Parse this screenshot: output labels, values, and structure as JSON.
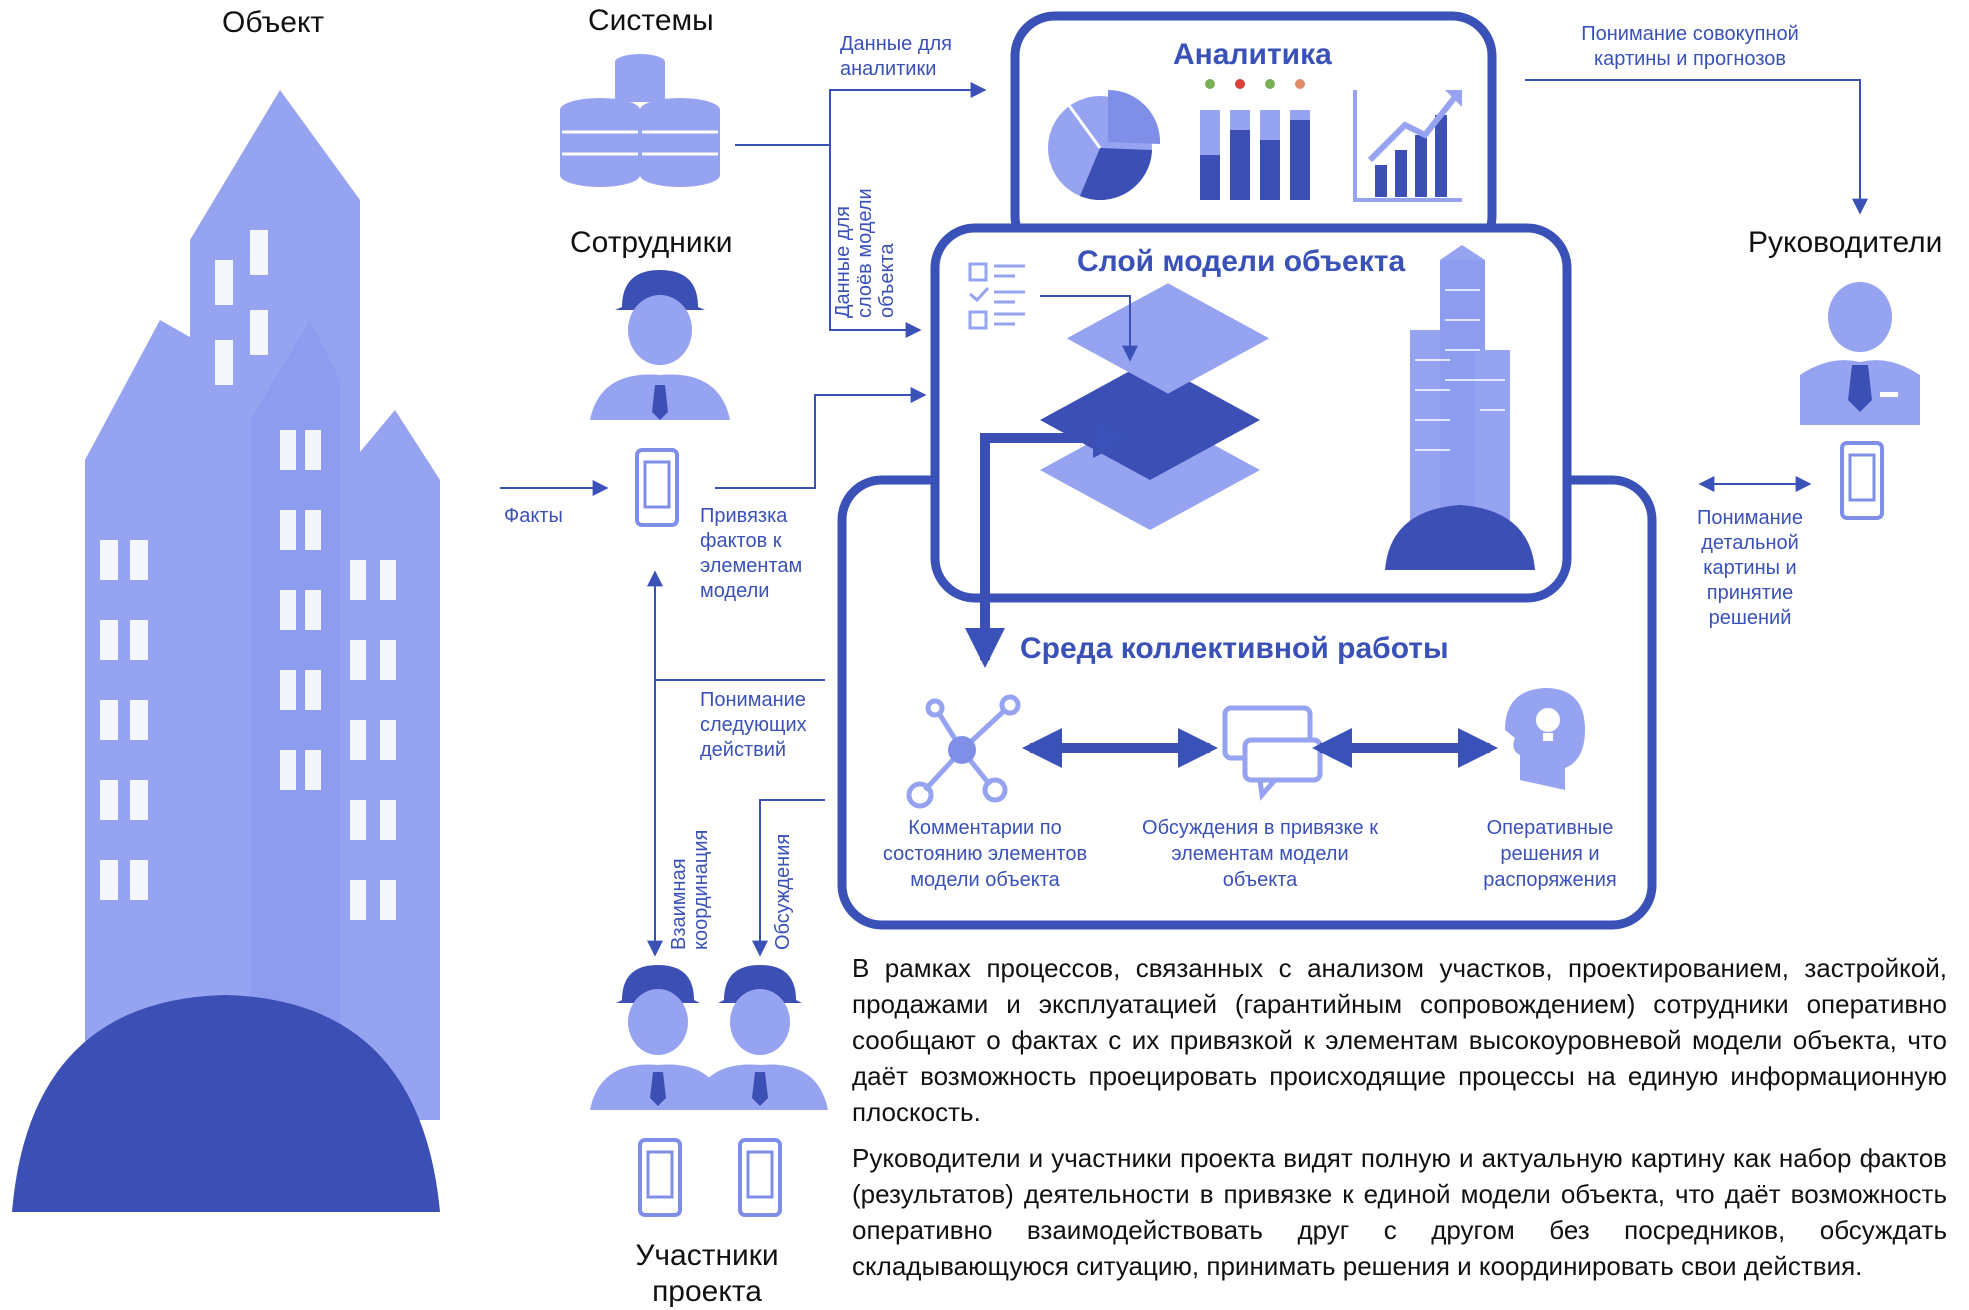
{
  "nodes": {
    "object_title": "Объект",
    "systems_title": "Системы",
    "employees_title": "Сотрудники",
    "managers_title": "Руководители",
    "participants_title": "Участники проекта"
  },
  "boxes": {
    "analytics": "Аналитика",
    "model_layer": "Слой модели объекта",
    "collab_env": "Среда коллективной работы"
  },
  "arrows": {
    "facts": "Факты",
    "data_for_analytics": "Данные для аналитики",
    "data_for_layers": "Данные для слоёв модели объекта",
    "binding_facts": "Привязка фактов к элементам модели",
    "understanding_next": "Понимание следующих действий",
    "mutual_coordination": "Взаимная координация",
    "discussions": "Обсуждения",
    "overall_picture": "Понимание совокупной картины и прогнозов",
    "detailed_picture": "Понимание детальной картины и принятие решений"
  },
  "collab_items": [
    "Комментарии по состоянию элементов модели объекта",
    "Обсуждения в привязке к элементам модели объекта",
    "Оперативные решения и распоряжения"
  ],
  "paragraphs": [
    "В рамках процессов, связанных с анализом участков, проектированием, застройкой, продажами и эксплуатацией (гарантийным сопровождением) сотрудники оперативно сообщают о фактах с их привязкой к элементам высокоуровневой модели объекта, что даёт возможность проецировать происходящие процессы на единую информационную плоскость.",
    "Руководители и участники проекта видят полную и актуальную картину как набор фактов (результатов) деятельности в привязке к единой модели объекта, что даёт возможность оперативно взаимодействовать друг с другом без посредников, обсуждать складывающуюся ситуацию, принимать решения и координировать свои действия."
  ],
  "colors": {
    "accent": "#3a51b8",
    "light": "#95a3f0",
    "mid": "#7f8fe8",
    "dark": "#3b4fb5"
  }
}
